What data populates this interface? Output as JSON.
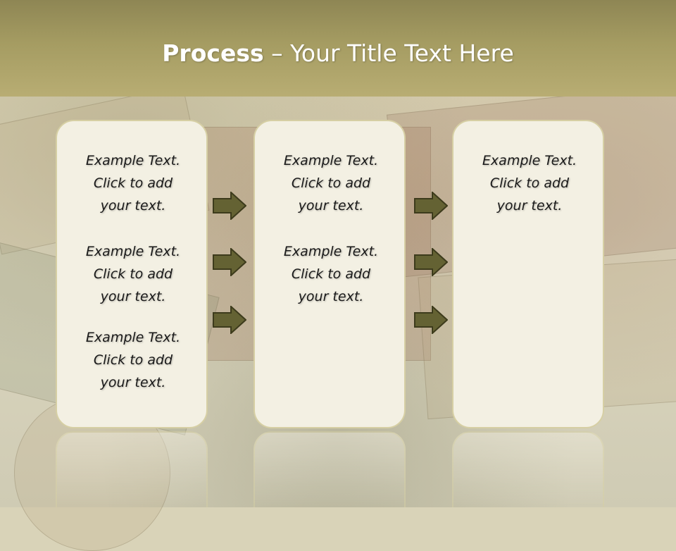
{
  "title": {
    "bold": "Process",
    "rest": "– Your Title Text Here"
  },
  "columns": [
    {
      "items": [
        {
          "line1": "Example Text.",
          "line2": "Click  to add",
          "line3": "your text."
        },
        {
          "line1": "Example Text.",
          "line2": "Click  to add",
          "line3": "your text."
        },
        {
          "line1": "Example Text.",
          "line2": "Click  to add",
          "line3": "your text."
        }
      ]
    },
    {
      "items": [
        {
          "line1": "Example Text.",
          "line2": "Click  to add",
          "line3": "your text."
        },
        {
          "line1": "Example Text.",
          "line2": "Click  to add",
          "line3": "your text."
        }
      ]
    },
    {
      "items": [
        {
          "line1": "Example Text.",
          "line2": "Click  to add",
          "line3": "your text."
        }
      ]
    }
  ],
  "colors": {
    "header": "#a59c62",
    "panel": "#f3f0e3",
    "arrow": "#646233"
  }
}
